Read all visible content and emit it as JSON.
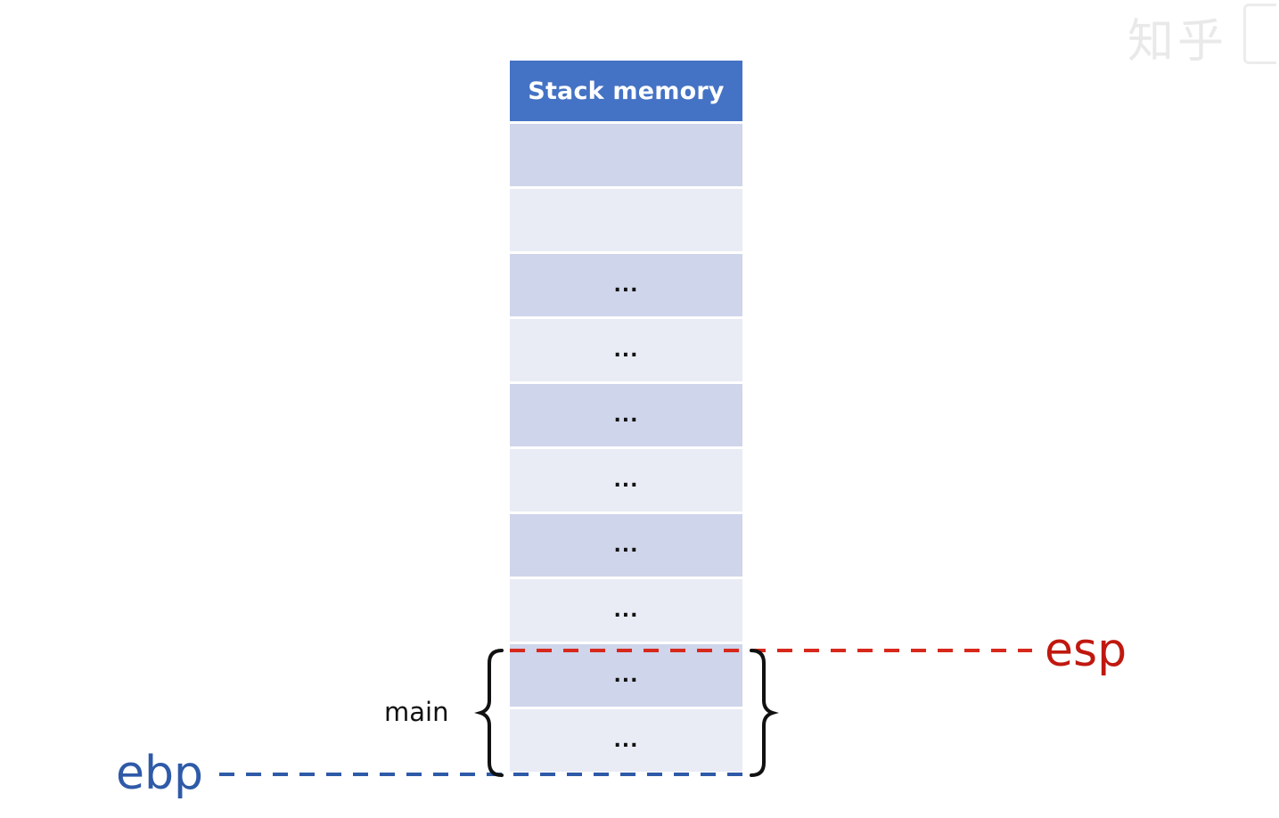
{
  "watermark": {
    "text": "知乎"
  },
  "stack": {
    "title": "Stack memory",
    "cells": [
      {
        "text": "",
        "shade": "dark"
      },
      {
        "text": "",
        "shade": "light"
      },
      {
        "text": "...",
        "shade": "dark"
      },
      {
        "text": "...",
        "shade": "light"
      },
      {
        "text": "...",
        "shade": "dark"
      },
      {
        "text": "...",
        "shade": "light"
      },
      {
        "text": "...",
        "shade": "dark"
      },
      {
        "text": "...",
        "shade": "light"
      },
      {
        "text": "...",
        "shade": "dark"
      },
      {
        "text": "...",
        "shade": "light"
      }
    ]
  },
  "pointers": {
    "esp": {
      "label": "esp",
      "color": "#c0180f"
    },
    "ebp": {
      "label": "ebp",
      "color": "#2e5aa8"
    }
  },
  "frame": {
    "label": "main"
  },
  "colors": {
    "header": "#4472c4",
    "cell_dark": "#cfd5ea",
    "cell_light": "#e9ebf5"
  }
}
